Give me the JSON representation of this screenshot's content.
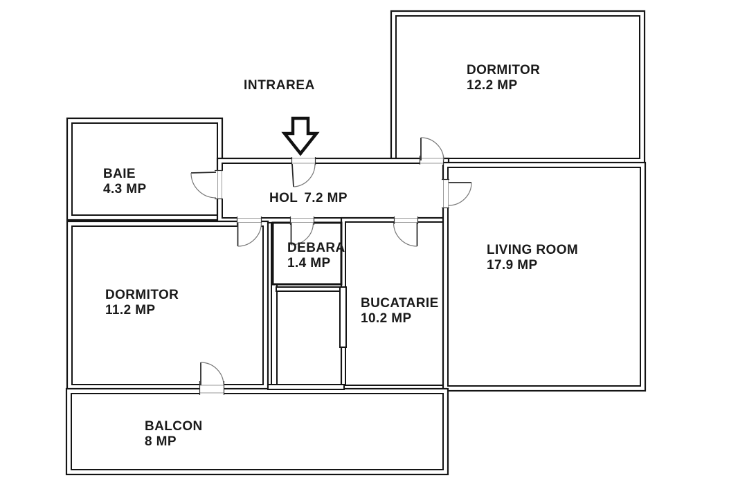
{
  "floor_plan": {
    "entrance": {
      "label": "INTRAREA",
      "arrow_icon": "down-arrow"
    },
    "rooms": [
      {
        "id": "dormitor-top",
        "name": "DORMITOR",
        "area": "12.2 MP"
      },
      {
        "id": "baie",
        "name": "BAIE",
        "area": "4.3 MP"
      },
      {
        "id": "hol",
        "name": "HOL",
        "area": "7.2 MP"
      },
      {
        "id": "debara",
        "name": "DEBARA",
        "area": "1.4 MP"
      },
      {
        "id": "living-room",
        "name": "LIVING ROOM",
        "area": "17.9 MP"
      },
      {
        "id": "dormitor-left",
        "name": "DORMITOR",
        "area": "11.2 MP"
      },
      {
        "id": "bucatarie",
        "name": "BUCATARIE",
        "area": "10.2 MP"
      },
      {
        "id": "balcon",
        "name": "BALCON",
        "area": "8 MP"
      }
    ],
    "colors": {
      "wall": "#141414",
      "text": "#1a1a1a",
      "door_arc": "#777777",
      "background": "#ffffff"
    }
  }
}
